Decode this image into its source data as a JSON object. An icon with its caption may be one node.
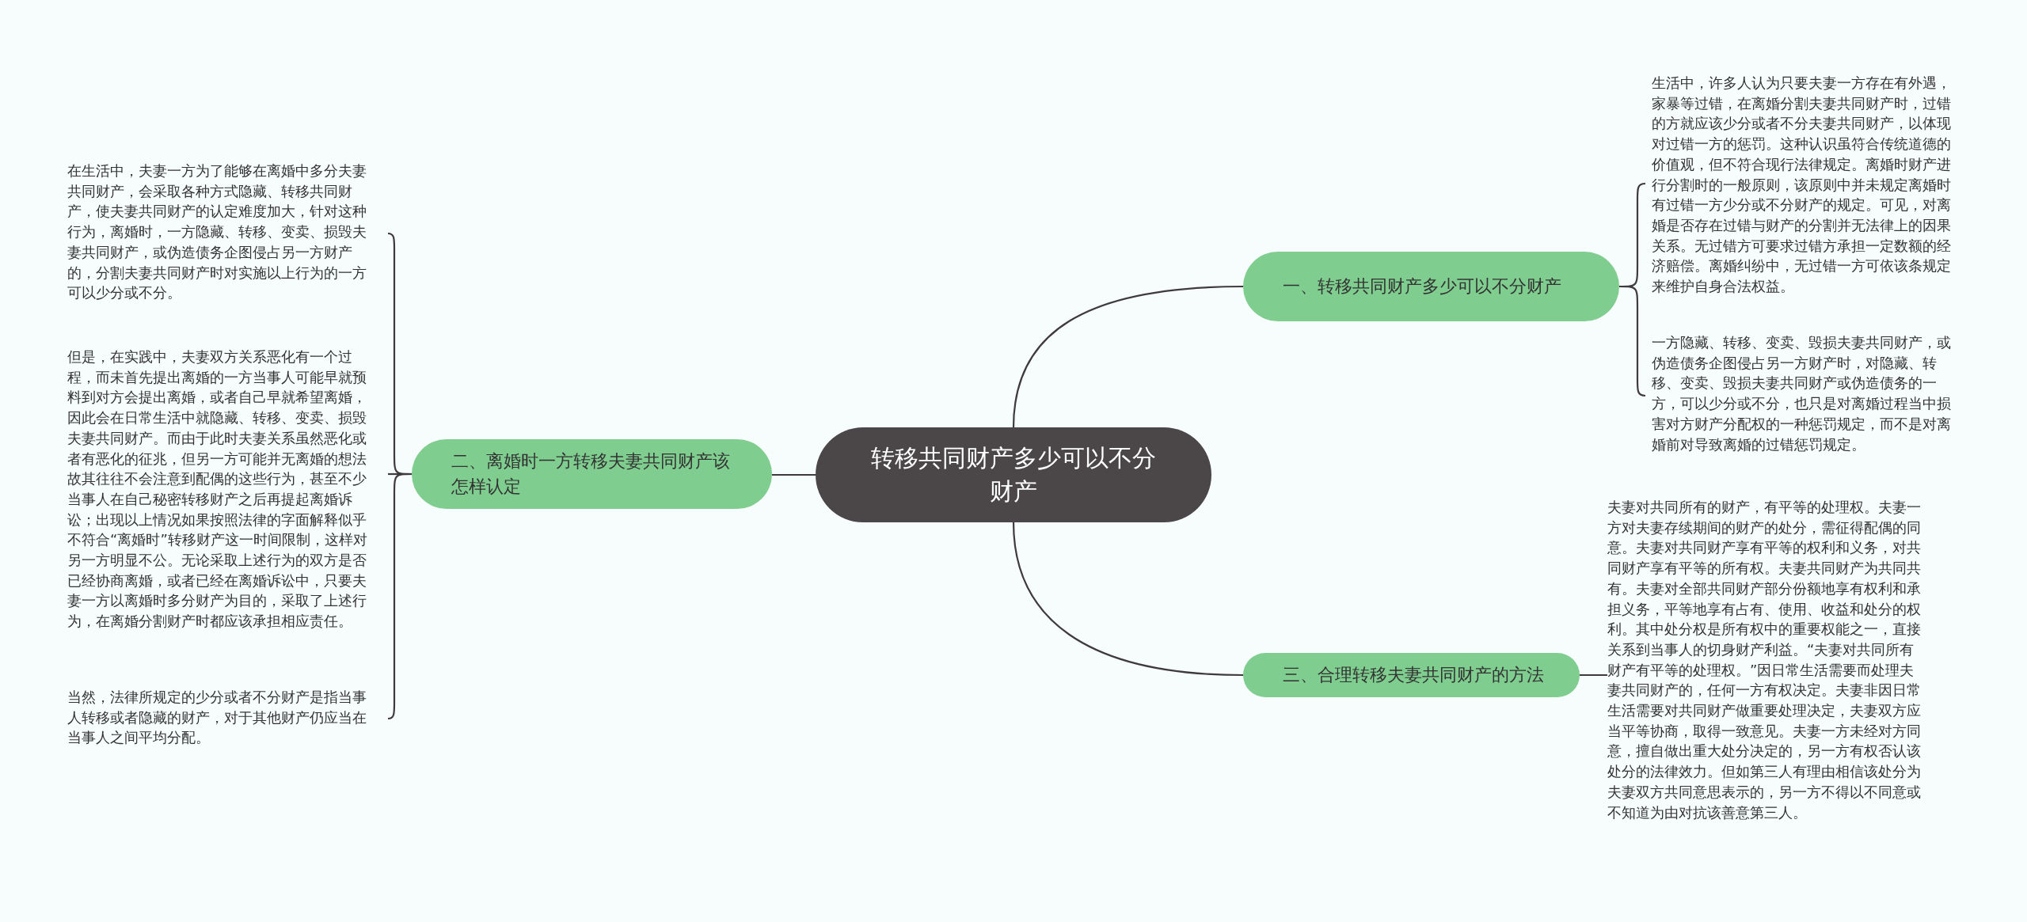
{
  "diagram": {
    "nodes": [
      {
        "text": [
          "转移共同财产多少可以不分财产"
        ]
      },
      {
        "text": [
          "一、转移共同财产多少可以不分财产"
        ]
      },
      {
        "text": [
          "生活中，许多人认为只要夫妻一方存在有外遇，家暴等过错，在离婚分割夫妻共同财产时，过错的方就应该少分或者不分夫妻共同财产，以体现对过错一方的惩罚。这种认识虽符合传统道德的价值观，但不符合现行法律规定。离婚时财产进行分割时的一般原则，该原则中并未规定离婚时有过错一方少分或不分财产的规定。可见，对离婚是否存在过错与财产的分割并无法律上的因果关系。无过错方可要求过错方承担一定数额的经济赔偿。离婚纠纷中，无过错一方可依该条规定来维护自身合法权益。"
        ]
      },
      {
        "text": [
          "一方隐藏、转移、变卖、毁损夫妻共同财产，或伪造债务企图侵占另一方财产时，对隐藏、转移、变卖、毁损夫妻共同财产或伪造债务的一方，可以少分或不分，也只是对离婚过程当中损害对方财产分配权的一种惩罚规定，而不是对离婚前对导致离婚的过错惩罚规定。"
        ]
      },
      {
        "text": [
          "二、离婚时一方转移夫妻共同财产该怎样认定"
        ]
      },
      {
        "text": [
          "在生活中，夫妻一方为了能够在离婚中多分夫妻共同财产，会采取各种方式隐藏、转移共同财产，使夫妻共同财产的认定难度加大，针对这种行为，离婚时，一方隐藏、转移、变卖、损毁夫妻共同财产，或伪造债务企图侵占另一方财产的，分割夫妻共同财产时对实施以上行为的一方可以少分或不分。"
        ]
      },
      {
        "text": [
          "但是，在实践中，夫妻双方关系恶化有一个过程，而未首先提出离婚的一方当事人可能早就预料到对方会提出离婚，或者自己早就希望离婚，因此会在日常生活中就隐藏、转移、变卖、损毁夫妻共同财产。而由于此时夫妻关系虽然恶化或者有恶化的征兆，但另一方可能并无离婚的想法故其往往不会注意到配偶的这些行为，甚至不少当事人在自己秘密转移财产之后再提起离婚诉讼；出现以上情况如果按照法律的字面解释似乎不符合“离婚时”转移财产这一时间限制，这样对另一方明显不公。无论采取上述行为的双方是否已经协商离婚，或者已经在离婚诉讼中，只要夫妻一方以离婚时多分财产为目的，采取了上述行为，在离婚分割财产时都应该承担相应责任。"
        ]
      },
      {
        "text": [
          "当然，法律所规定的少分或者不分财产是指当事人转移或者隐藏的财产，对于其他财产仍应当在当事人之间平均分配。"
        ]
      },
      {
        "text": [
          "三、合理转移夫妻共同财产的方法"
        ]
      },
      {
        "text": [
          "夫妻对共同所有的财产，有平等的处理权。夫妻一方对夫妻存续期间的财产的处分，需征得配偶的同意。夫妻对共同财产享有平等的权利和义务，对共同财产享有平等的所有权。夫妻共同财产为共同共有。夫妻对全部共同财产部分份额地享有权利和承担义务，平等地享有占有、使用、收益和处分的权利。其中处分权是所有权中的重要权能之一，直接关系到当事人的切身财产利益。“夫妻对共同所有财产有平等的处理权。”因日常生活需要而处理夫妻共同财产的，任何一方有权决定。夫妻非因日常生活需要对共同财产做重要处理决定，夫妻双方应当平等协商，取得一致意见。夫妻一方未经对方同意，擅自做出重大处分决定的，另一方有权否认该处分的法律效力。但如第三人有理由相信该处分为夫妻双方共同意思表示的，另一方不得以不同意或不知道为由对抗该善意第三人。"
        ]
      }
    ],
    "edges": [
      {
        "from": 0,
        "to": 1,
        "arrow": "none"
      },
      {
        "from": 1,
        "to": 2,
        "arrow": "none"
      },
      {
        "from": 1,
        "to": 3,
        "arrow": "none"
      },
      {
        "from": 0,
        "to": 4,
        "arrow": "none"
      },
      {
        "from": 4,
        "to": 5,
        "arrow": "none"
      },
      {
        "from": 4,
        "to": 6,
        "arrow": "none"
      },
      {
        "from": 4,
        "to": 7,
        "arrow": "none"
      },
      {
        "from": 0,
        "to": 8,
        "arrow": "none"
      },
      {
        "from": 8,
        "to": 9,
        "arrow": "none"
      }
    ]
  }
}
